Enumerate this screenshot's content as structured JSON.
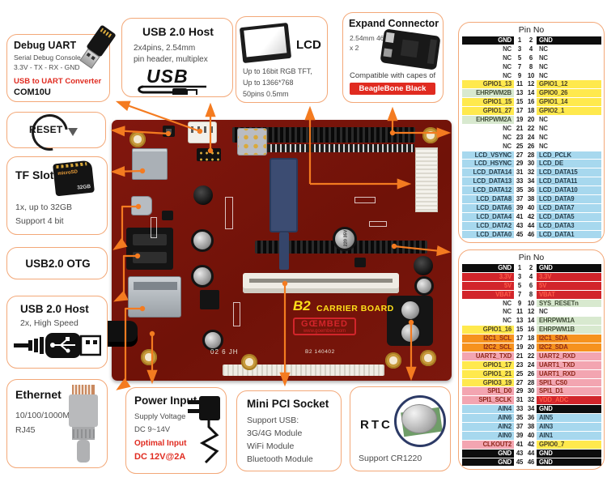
{
  "colors": {
    "accent": "#f47b20",
    "red": "#e02b20",
    "board": "#7a150e",
    "box_border": "#f3a878",
    "row_black": "#0d0d0d",
    "row_yellow": "#ffe94d",
    "row_green": "#d8e9cf",
    "row_blue": "#a7d8ee",
    "row_red": "#d2252b",
    "row_orange": "#f6921e",
    "row_pink": "#f3a5b1"
  },
  "callouts": {
    "debug_uart": {
      "title": "Debug UART",
      "line1": "Serial Debug Console",
      "line2": "3.3V - TX - RX - GND",
      "converter": "USB to UART Converter",
      "model": "COM10U"
    },
    "reset": {
      "label": "RESET"
    },
    "tf_slot": {
      "title": "TF Slot",
      "line1": "1x, up to 32GB",
      "line2": "Support 4 bit",
      "card_brand": "microSD",
      "card_size": "32GB"
    },
    "usb_otg": {
      "title": "USB2.0 OTG"
    },
    "usb_host_left": {
      "title": "USB 2.0 Host",
      "line1": "2x, High Speed"
    },
    "ethernet": {
      "title": "Ethernet",
      "line1": "10/100/1000M",
      "line2": "RJ45"
    },
    "usb_host_top": {
      "title": "USB 2.0 Host",
      "line1": "2x4pins, 2.54mm",
      "line2": "pin header, multiplex",
      "logo": "USB"
    },
    "lcd": {
      "title": "LCD",
      "line1": "Up to 16bit RGB TFT,",
      "line2": "Up to 1366*768",
      "line3": "50pins 0.5mm"
    },
    "expand": {
      "title": "Expand Connector",
      "line1": "2.54mm 46pins",
      "line2": "x 2",
      "note": "Compatible with capes of",
      "badge": "BeagleBone Black"
    },
    "power": {
      "title": "Power Input",
      "line1": "Supply Voltage",
      "line2": "DC 9~14V",
      "opt1": "Optimal Input",
      "opt2": "DC 12V@2A"
    },
    "minipci": {
      "title": "Mini PCI Socket",
      "line1": "Support USB:",
      "line2": "3G/4G Module",
      "line3": "WiFi Module",
      "line4": "Bluetooth Module"
    },
    "rtc": {
      "title": "RTC",
      "line1": "Support  CR1220"
    }
  },
  "board": {
    "name_b2": "B2",
    "name_rest": "CARRIER BOARD",
    "logo": "GŒMBED",
    "url": "www.goembed.com",
    "silk_corner": "02 6 JH",
    "silk_date": "B2 140402",
    "cap_label": "220 35V"
  },
  "pin_tables": [
    {
      "title": "Pin No",
      "rows": [
        {
          "l": "GND",
          "a": "1",
          "b": "2",
          "r": "GND",
          "cl": "k",
          "cr": "k"
        },
        {
          "l": "NC",
          "a": "3",
          "b": "4",
          "r": "NC",
          "cl": "w",
          "cr": "w"
        },
        {
          "l": "NC",
          "a": "5",
          "b": "6",
          "r": "NC",
          "cl": "w",
          "cr": "w"
        },
        {
          "l": "NC",
          "a": "7",
          "b": "8",
          "r": "NC",
          "cl": "w",
          "cr": "w"
        },
        {
          "l": "NC",
          "a": "9",
          "b": "10",
          "r": "NC",
          "cl": "w",
          "cr": "w"
        },
        {
          "l": "GPIO1_13",
          "a": "11",
          "b": "12",
          "r": "GPIO1_12",
          "cl": "y",
          "cr": "y"
        },
        {
          "l": "EHRPWM2B",
          "a": "13",
          "b": "14",
          "r": "GPIO0_26",
          "cl": "g",
          "cr": "y"
        },
        {
          "l": "GPIO1_15",
          "a": "15",
          "b": "16",
          "r": "GPIO1_14",
          "cl": "y",
          "cr": "y"
        },
        {
          "l": "GPIO1_27",
          "a": "17",
          "b": "18",
          "r": "GPIO2_1",
          "cl": "y",
          "cr": "y"
        },
        {
          "l": "EHRPWM2A",
          "a": "19",
          "b": "20",
          "r": "NC",
          "cl": "g",
          "cr": "w"
        },
        {
          "l": "NC",
          "a": "21",
          "b": "22",
          "r": "NC",
          "cl": "w",
          "cr": "w"
        },
        {
          "l": "NC",
          "a": "23",
          "b": "24",
          "r": "NC",
          "cl": "w",
          "cr": "w"
        },
        {
          "l": "NC",
          "a": "25",
          "b": "26",
          "r": "NC",
          "cl": "w",
          "cr": "w"
        },
        {
          "l": "LCD_VSYNC",
          "a": "27",
          "b": "28",
          "r": "LCD_PCLK",
          "cl": "b",
          "cr": "b"
        },
        {
          "l": "LCD_HSYNC",
          "a": "29",
          "b": "30",
          "r": "LCD_DE",
          "cl": "b",
          "cr": "b"
        },
        {
          "l": "LCD_DATA14",
          "a": "31",
          "b": "32",
          "r": "LCD_DATA15",
          "cl": "b",
          "cr": "b"
        },
        {
          "l": "LCD_DATA13",
          "a": "33",
          "b": "34",
          "r": "LCD_DATA11",
          "cl": "b",
          "cr": "b"
        },
        {
          "l": "LCD_DATA12",
          "a": "35",
          "b": "36",
          "r": "LCD_DATA10",
          "cl": "b",
          "cr": "b"
        },
        {
          "l": "LCD_DATA8",
          "a": "37",
          "b": "38",
          "r": "LCD_DATA9",
          "cl": "b",
          "cr": "b"
        },
        {
          "l": "LCD_DATA6",
          "a": "39",
          "b": "40",
          "r": "LCD_DATA7",
          "cl": "b",
          "cr": "b"
        },
        {
          "l": "LCD_DATA4",
          "a": "41",
          "b": "42",
          "r": "LCD_DATA5",
          "cl": "b",
          "cr": "b"
        },
        {
          "l": "LCD_DATA2",
          "a": "43",
          "b": "44",
          "r": "LCD_DATA3",
          "cl": "b",
          "cr": "b"
        },
        {
          "l": "LCD_DATA0",
          "a": "45",
          "b": "46",
          "r": "LCD_DATA1",
          "cl": "b",
          "cr": "b"
        }
      ]
    },
    {
      "title": "Pin No",
      "rows": [
        {
          "l": "GND",
          "a": "1",
          "b": "2",
          "r": "GND",
          "cl": "k",
          "cr": "k"
        },
        {
          "l": "3.3V",
          "a": "3",
          "b": "4",
          "r": "3.3V",
          "cl": "r",
          "cr": "r"
        },
        {
          "l": "5V",
          "a": "5",
          "b": "6",
          "r": "5V",
          "cl": "r",
          "cr": "r"
        },
        {
          "l": "VBAT",
          "a": "7",
          "b": "8",
          "r": "VBAT",
          "cl": "r",
          "cr": "r"
        },
        {
          "l": "NC",
          "a": "9",
          "b": "10",
          "r": "SYS_RESETn",
          "cl": "w",
          "cr": "g"
        },
        {
          "l": "NC",
          "a": "11",
          "b": "12",
          "r": "NC",
          "cl": "w",
          "cr": "w"
        },
        {
          "l": "NC",
          "a": "13",
          "b": "14",
          "r": "EHRPWM1A",
          "cl": "w",
          "cr": "g"
        },
        {
          "l": "GPIO1_16",
          "a": "15",
          "b": "16",
          "r": "EHRPWM1B",
          "cl": "y",
          "cr": "g"
        },
        {
          "l": "I2C1_SCL",
          "a": "17",
          "b": "18",
          "r": "I2C1_SDA",
          "cl": "o",
          "cr": "o"
        },
        {
          "l": "I2C2_SCL",
          "a": "19",
          "b": "20",
          "r": "I2C2_SDA",
          "cl": "o",
          "cr": "o"
        },
        {
          "l": "UART2_TXD",
          "a": "21",
          "b": "22",
          "r": "UART2_RXD",
          "cl": "p",
          "cr": "p"
        },
        {
          "l": "GPIO1_17",
          "a": "23",
          "b": "24",
          "r": "UART1_TXD",
          "cl": "y",
          "cr": "p"
        },
        {
          "l": "GPIO1_21",
          "a": "25",
          "b": "26",
          "r": "UART1_RXD",
          "cl": "y",
          "cr": "p"
        },
        {
          "l": "GPIO3_19",
          "a": "27",
          "b": "28",
          "r": "SPI1_CS0",
          "cl": "y",
          "cr": "p"
        },
        {
          "l": "SPI1_D0",
          "a": "29",
          "b": "30",
          "r": "SPI1_D1",
          "cl": "p",
          "cr": "p"
        },
        {
          "l": "SPI1_SCLK",
          "a": "31",
          "b": "32",
          "r": "VDD_ADC",
          "cl": "p",
          "cr": "r"
        },
        {
          "l": "AIN4",
          "a": "33",
          "b": "34",
          "r": "GND",
          "cl": "b",
          "cr": "k"
        },
        {
          "l": "AIN6",
          "a": "35",
          "b": "36",
          "r": "AIN5",
          "cl": "b",
          "cr": "b"
        },
        {
          "l": "AIN2",
          "a": "37",
          "b": "38",
          "r": "AIN3",
          "cl": "b",
          "cr": "b"
        },
        {
          "l": "AIN0",
          "a": "39",
          "b": "40",
          "r": "AIN1",
          "cl": "b",
          "cr": "b"
        },
        {
          "l": "CLKOUT2",
          "a": "41",
          "b": "42",
          "r": "GPIO0_7",
          "cl": "p",
          "cr": "y"
        },
        {
          "l": "GND",
          "a": "43",
          "b": "44",
          "r": "GND",
          "cl": "k",
          "cr": "k"
        },
        {
          "l": "GND",
          "a": "45",
          "b": "46",
          "r": "GND",
          "cl": "k",
          "cr": "k"
        }
      ]
    }
  ]
}
